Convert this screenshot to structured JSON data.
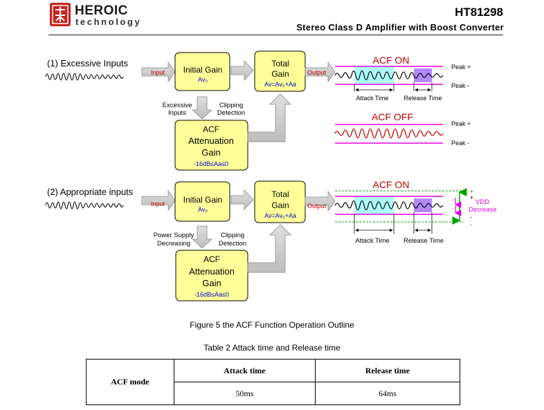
{
  "header": {
    "brand_name": "HEROIC",
    "brand_sub": "technology",
    "part_number": "HT81298",
    "doc_title": "Stereo Class D Amplifier with Boost Converter",
    "logo_color": "#c8231e"
  },
  "diagram": {
    "colors": {
      "block_fill": "#ffff99",
      "arrow_gray": "#bfbfbf",
      "gain_text": "#0000cc",
      "label_red": "#c00000",
      "signal": "#c00000",
      "signal_alt": "#e000e0",
      "attack_fill": "#aefafa",
      "release_fill": "#b388ff",
      "band": "#e000e0",
      "vdd_green": "#00a000",
      "vdd_text": "#e000e0"
    },
    "sections": [
      {
        "heading": "(1) Excessive Inputs",
        "input_label": "Input",
        "initial_gain_title": "Initial Gain",
        "initial_gain_sym": "Av₀",
        "total_gain_title_1": "Total",
        "total_gain_title_2": "Gain",
        "total_gain_formula": "Av=Av₀+Aa",
        "output_label": "Output",
        "left_note_1": "Excessive",
        "left_note_2": "Inputs",
        "right_note_1": "Clipping",
        "right_note_2": "Detection",
        "acf_line_1": "ACF",
        "acf_line_2": "Attenuation",
        "acf_line_3": "Gain",
        "acf_range": "-16dB≤Aa≤0",
        "acf_on": "ACF ON",
        "acf_off": "ACF OFF",
        "peak_plus": "Peak +",
        "peak_minus": "Peak -",
        "attack_time": "Attack Time",
        "release_time": "Release Time"
      },
      {
        "heading": "(2) Appropriate inputs",
        "input_label": "Input",
        "initial_gain_title": "Initial Gain",
        "initial_gain_sym": "Av₀",
        "total_gain_title_1": "Total",
        "total_gain_title_2": "Gain",
        "total_gain_formula": "Av=Av₀+Aa",
        "output_label": "Output",
        "left_note_1": "Power Supply",
        "left_note_2": "Decreasing",
        "right_note_1": "Clipping",
        "right_note_2": "Detection",
        "acf_line_1": "ACF",
        "acf_line_2": "Attenuation",
        "acf_line_3": "Gain",
        "acf_range": "-16dB≤Aa≤0",
        "acf_on": "ACF ON",
        "attack_time": "Attack Time",
        "release_time": "Release Time",
        "vdd_line_1": "VDD",
        "vdd_line_2": "Decrease",
        "plus_sign": "+",
        "minus_sign": "-"
      }
    ]
  },
  "figure_caption": "Figure 5 the ACF Function Operation Outline",
  "table_caption": "Table 2 Attack time and Release time",
  "table": {
    "row_header": "ACF mode",
    "col_headers": [
      "Attack time",
      "Release time"
    ],
    "values": [
      "50ms",
      "64ms"
    ]
  }
}
